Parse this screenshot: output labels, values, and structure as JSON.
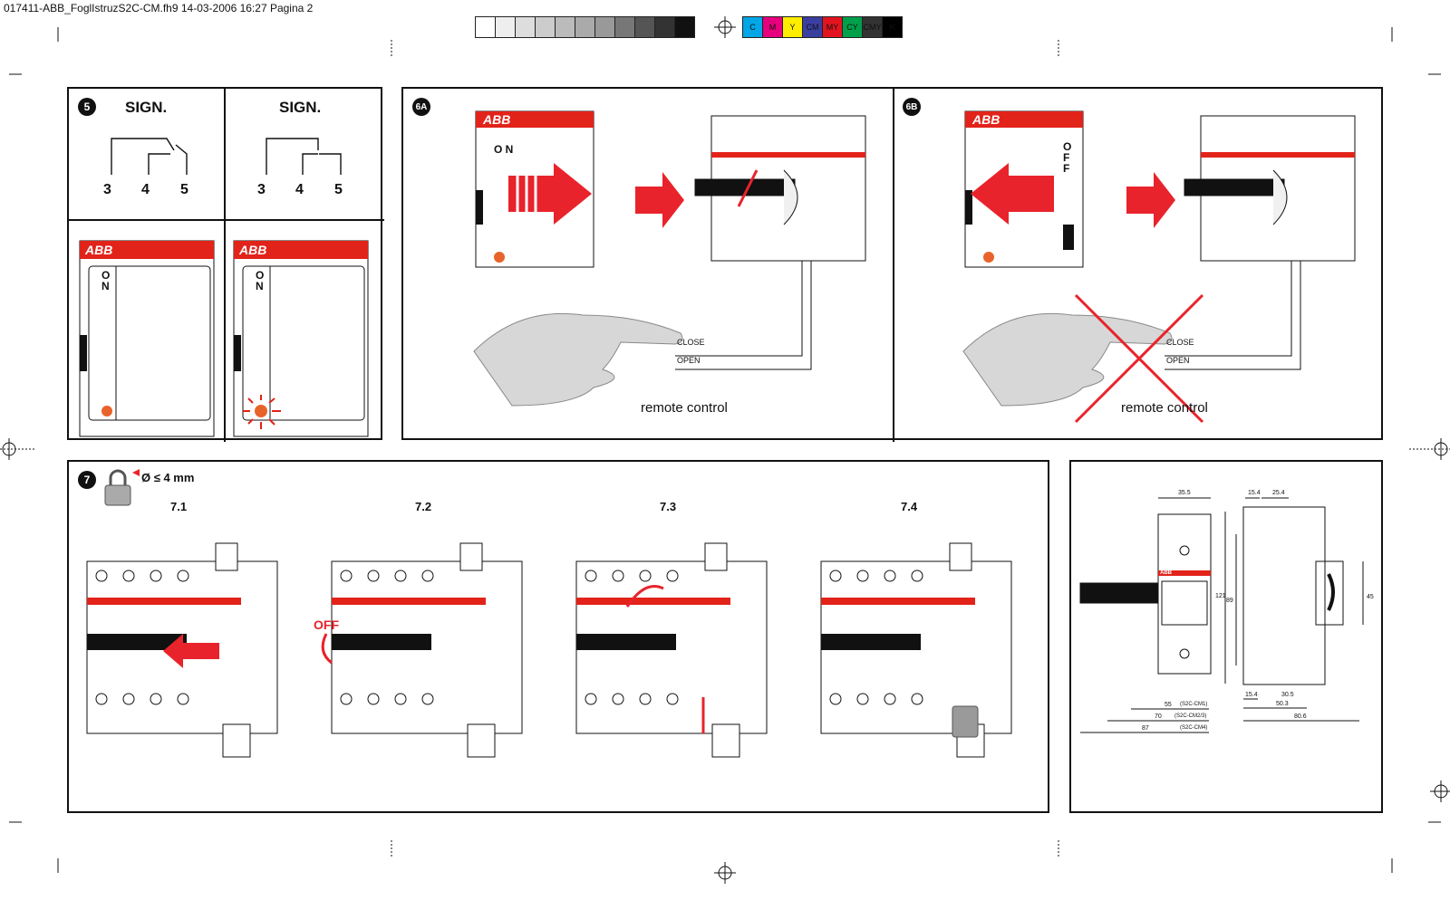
{
  "header": {
    "file_info": "017411-ABB_FoglIstruzS2C-CM.fh9 14-03-2006 16:27 Pagina 2"
  },
  "colorbar": {
    "grays": [
      "#ffffff",
      "#eeeeee",
      "#dddddd",
      "#cccccc",
      "#bbbbbb",
      "#aaaaaa",
      "#999999",
      "#777777",
      "#555555",
      "#333333",
      "#111111"
    ],
    "process": [
      {
        "label": "C",
        "color": "#00a6e6"
      },
      {
        "label": "M",
        "color": "#e6007e"
      },
      {
        "label": "Y",
        "color": "#ffed00"
      },
      {
        "label": "CM",
        "color": "#3b3fa0"
      },
      {
        "label": "MY",
        "color": "#e3141f"
      },
      {
        "label": "CY",
        "color": "#00a04a"
      },
      {
        "label": "CMY",
        "color": "#333333"
      },
      {
        "label": "K",
        "color": "#000000"
      }
    ]
  },
  "step5": {
    "number": "5",
    "left_title": "SIGN.",
    "right_title": "SIGN.",
    "terminals_left": [
      "3",
      "4",
      "5"
    ],
    "terminals_right": [
      "3",
      "4",
      "5"
    ],
    "brand": "ABB",
    "on_label": "O\nN"
  },
  "step6a": {
    "number": "6A",
    "brand": "ABB",
    "on_label": "O N",
    "close_label": "CLOSE",
    "open_label": "OPEN",
    "caption": "remote control"
  },
  "step6b": {
    "number": "6B",
    "brand": "ABB",
    "off_label": "O F F",
    "close_label": "CLOSE",
    "open_label": "OPEN",
    "caption": "remote control"
  },
  "step7": {
    "number": "7",
    "lock_spec": "Ø ≤ 4 mm",
    "substeps": [
      "7.1",
      "7.2",
      "7.3",
      "7.4"
    ],
    "off_label": "OFF"
  },
  "dimensions": {
    "top": [
      "35.5",
      "15.4",
      "25.4"
    ],
    "side_v": [
      "121",
      "89",
      "45"
    ],
    "bottom": [
      "55",
      "70",
      "87",
      "15.4",
      "30.5",
      "50.3",
      "80.6"
    ],
    "variants": [
      "(S2C-CM1)",
      "(S2C-CM2/3)",
      "(S2C-CM4)"
    ],
    "brand": "ABB"
  },
  "colors": {
    "abb_red": "#e2231a",
    "arrow_red": "#e8232b",
    "gray_hand": "#d7d7d7"
  }
}
